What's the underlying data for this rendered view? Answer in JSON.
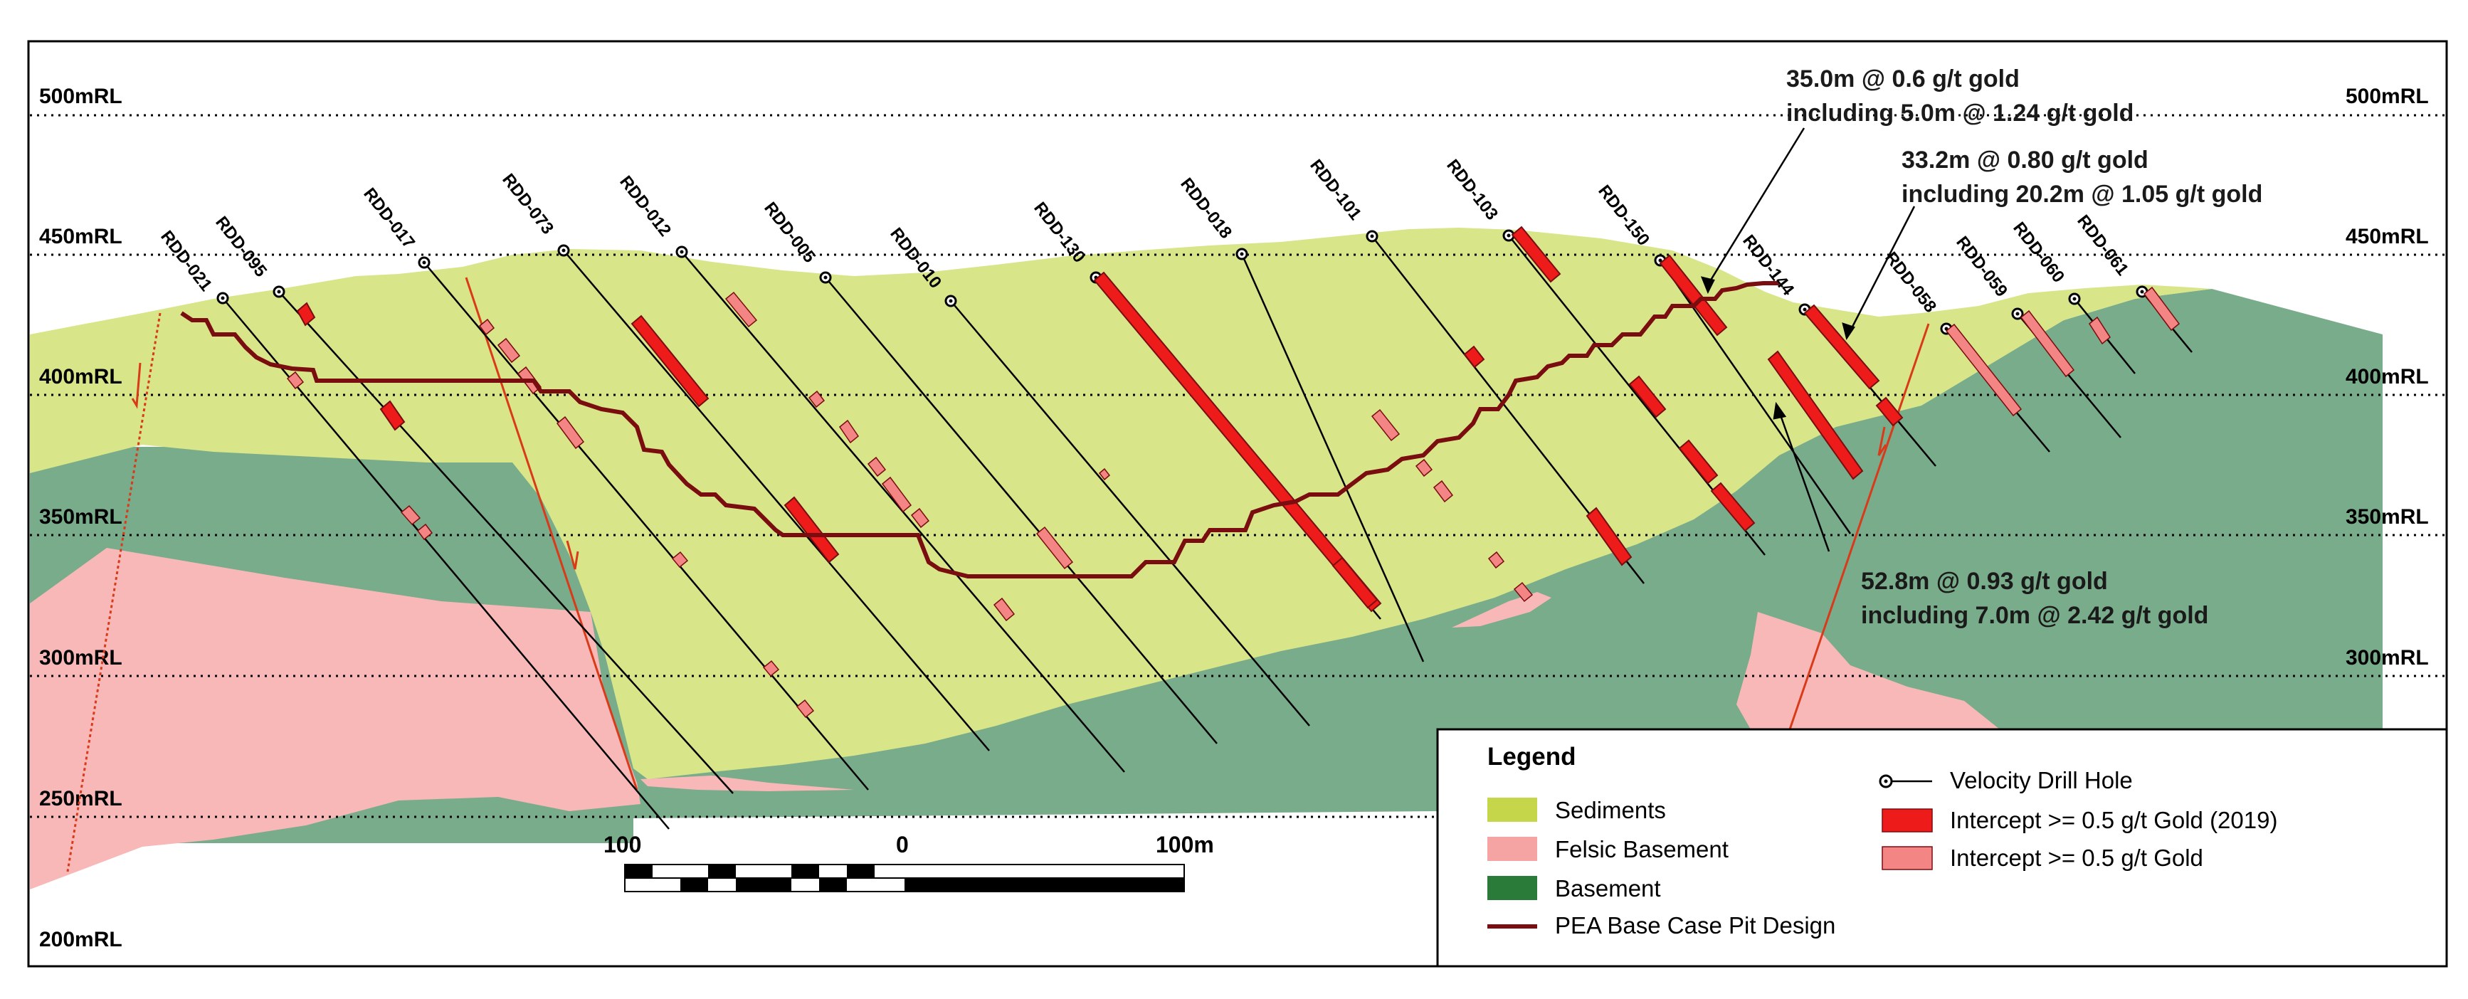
{
  "rl_labels": [
    "500mRL",
    "450mRL",
    "400mRL",
    "350mRL",
    "300mRL",
    "250mRL",
    "200mRL"
  ],
  "drill_holes": [
    "RDD-021",
    "RDD-095",
    "RDD-017",
    "RDD-073",
    "RDD-012",
    "RDD-005",
    "RDD-010",
    "RDD-130",
    "RDD-018",
    "RDD-101",
    "RDD-103",
    "RDD-150",
    "RDD-144",
    "RDD-058",
    "RDD-059",
    "RDD-060",
    "RDD-061"
  ],
  "annotations": {
    "a1_line1": "35.0m @ 0.6 g/t gold",
    "a1_line2": "including 5.0m @ 1.24 g/t gold",
    "a2_line1": "33.2m @ 0.80 g/t gold",
    "a2_line2": "including 20.2m @ 1.05 g/t gold",
    "a3_line1": "52.8m @ 0.93 g/t gold",
    "a3_line2": "including 7.0m @ 2.42 g/t gold"
  },
  "scale_bar": {
    "left": "100",
    "center": "0",
    "right": "100m"
  },
  "legend": {
    "title": "Legend",
    "sediments": "Sediments",
    "felsic": "Felsic Basement",
    "basement": "Basement",
    "pit": "PEA Base Case Pit Design",
    "drillhole": "Velocity Drill Hole",
    "intercept2019": "Intercept >= 0.5 g/t Gold (2019)",
    "intercept": "Intercept >= 0.5 g/t Gold"
  },
  "colors": {
    "sediments": "#d8e589",
    "sediments_legend": "#c5d64a",
    "felsic": "#f9b8b8",
    "felsic_legend": "#f6a3a3",
    "basement": "#78ac8a",
    "basement_legend": "#2a7b3a",
    "pit": "#7a0d10",
    "intercept_2019": "#ee1b1b",
    "intercept": "#f48585",
    "fault": "#d83a1a"
  }
}
